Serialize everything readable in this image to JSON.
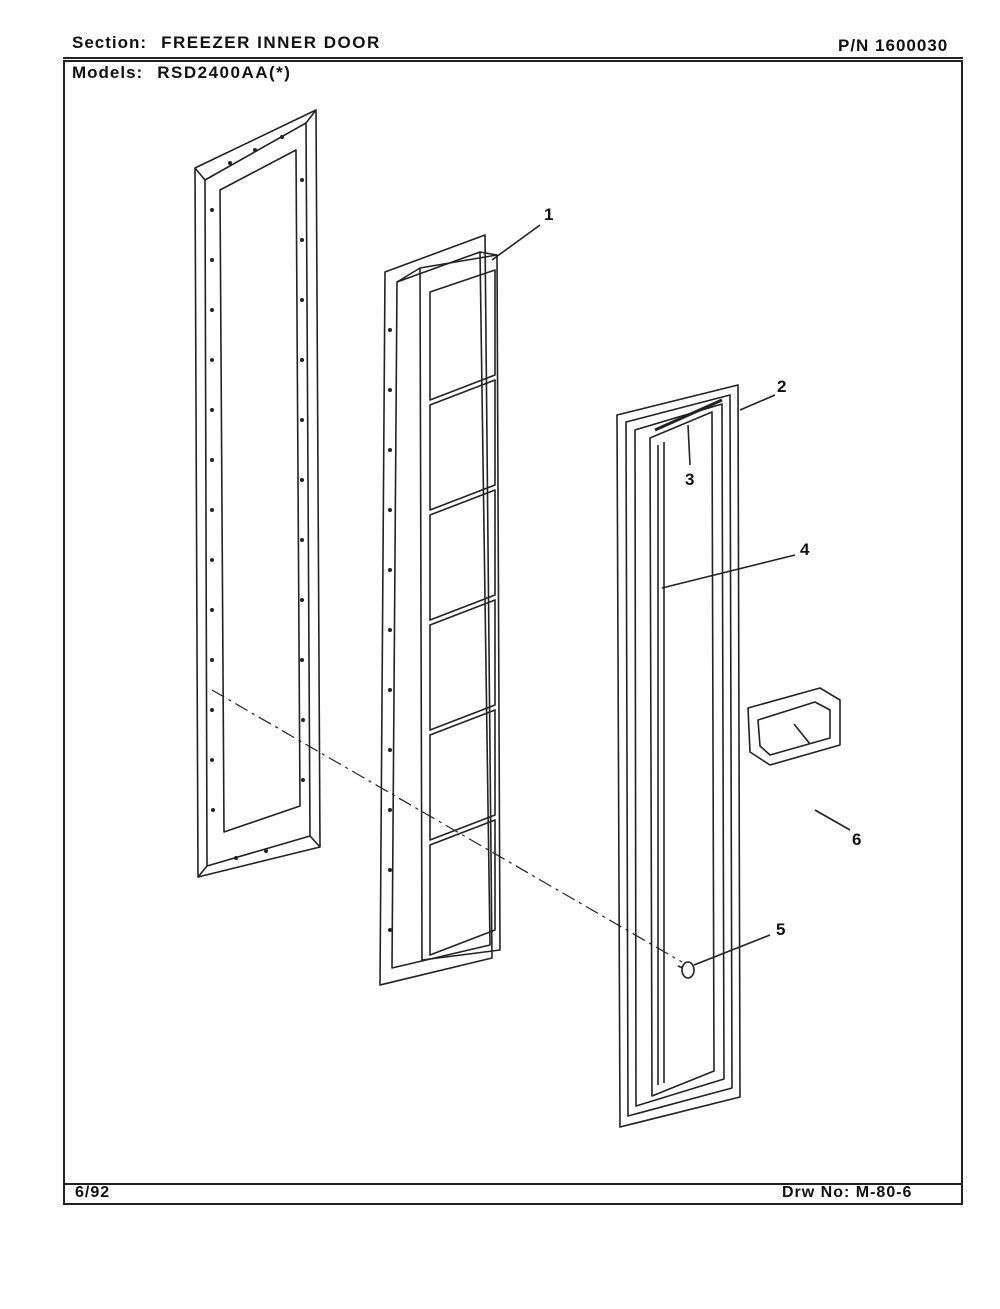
{
  "header": {
    "section_label": "Section:",
    "section_value": "FREEZER INNER DOOR",
    "part_number": "P/N 1600030",
    "models_label": "Models:",
    "models_value": "RSD2400AA(*)"
  },
  "callouts": [
    "1",
    "2",
    "3",
    "4",
    "5",
    "6"
  ],
  "footer": {
    "date": "6/92",
    "drawing_number": "Drw No: M-80-6"
  }
}
